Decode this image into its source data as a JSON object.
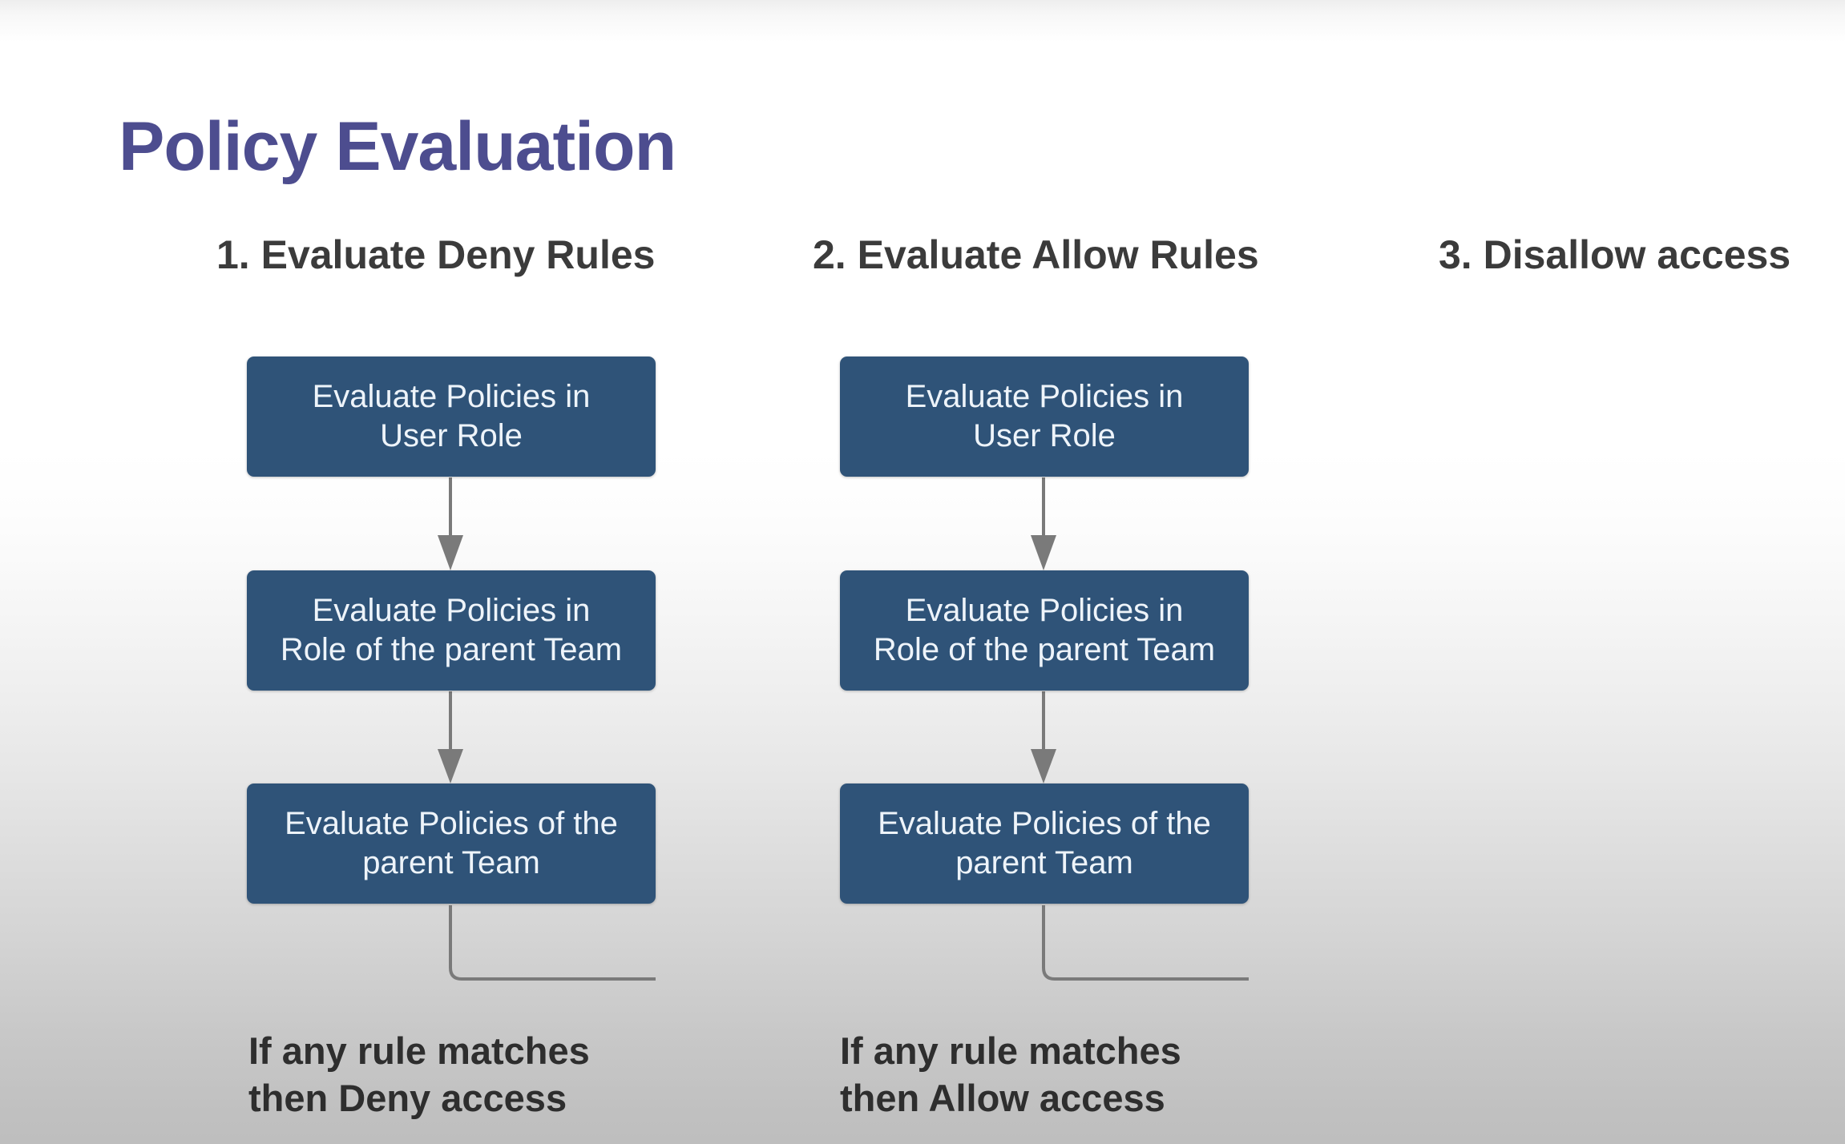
{
  "slide": {
    "title": "Policy Evaluation",
    "title_color": "#4d4d8f",
    "box_color": "#2f5378",
    "box_text_color": "#eef4fa",
    "arrow_color": "#7a7a7a",
    "heading_color": "#3b3b3b",
    "background": {
      "top_color": "#ffffff",
      "bottom_color": "#bebebe"
    }
  },
  "columns": [
    {
      "heading": "1. Evaluate Deny Rules",
      "boxes": [
        {
          "text": "Evaluate Policies in\nUser Role"
        },
        {
          "text": "Evaluate Policies in\nRole of the parent Team"
        },
        {
          "text": "Evaluate Policies of the\nparent Team"
        }
      ],
      "loop_label": "",
      "caption": "If any rule matches\nthen Deny access"
    },
    {
      "heading": "2. Evaluate Allow Rules",
      "boxes": [
        {
          "text": "Evaluate Policies in\nUser Role"
        },
        {
          "text": "Evaluate Policies in\nRole of the parent Team"
        },
        {
          "text": "Evaluate Policies of the\nparent Team"
        }
      ],
      "loop_label": "",
      "caption": "If any rule matches\nthen Allow access"
    },
    {
      "heading": "3. Disallow access",
      "boxes": [],
      "loop_label": "",
      "caption": ""
    }
  ]
}
